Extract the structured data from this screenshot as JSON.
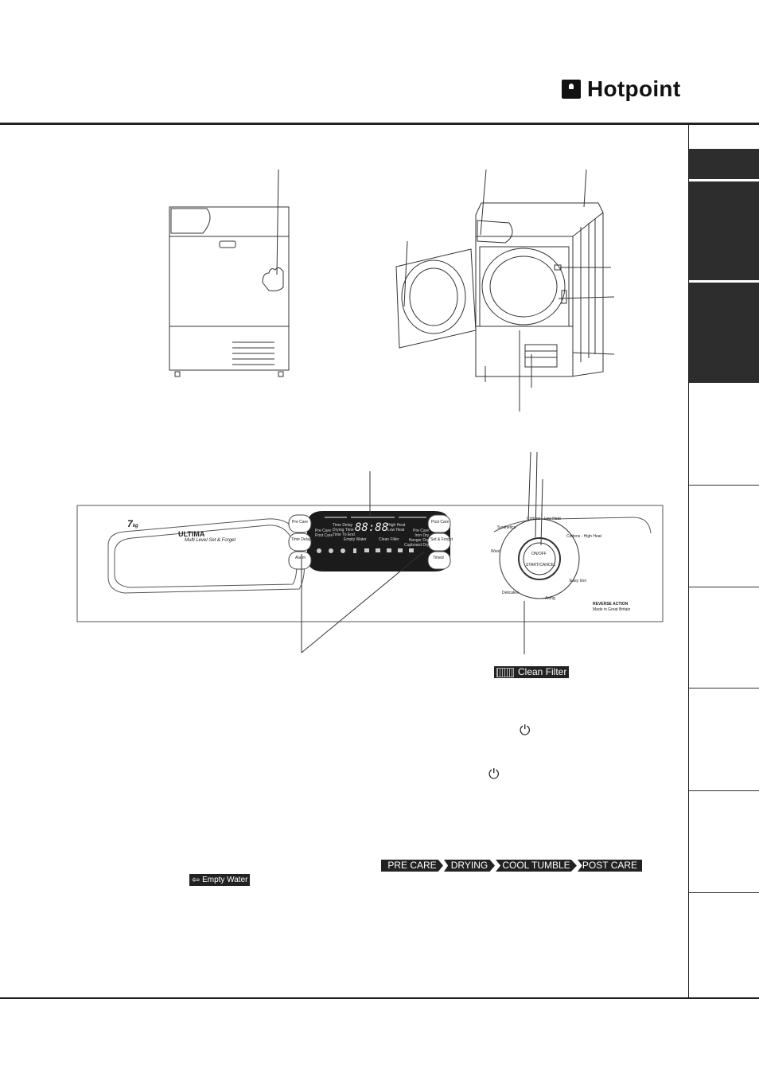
{
  "brand": {
    "name": "Hotpoint"
  },
  "panel": {
    "capacity": "7",
    "capacity_unit": "kg",
    "model": "ULTIMA",
    "tagline": "Multi Level Set & Forget",
    "buttons": {
      "pre_care": "Pre Care",
      "time_delay": "Time Delay",
      "alarm": "Alarm",
      "post_care": "Post Care",
      "set_forget": "Set & Forget",
      "timed": "Timed"
    },
    "display": {
      "digits": "88:88",
      "left_labels": [
        "Pre Care",
        "Post Care"
      ],
      "center_labels": [
        "Time Delay",
        "Drying Time",
        "Time To End"
      ],
      "heat_labels": [
        "High Heat",
        "Low Heat"
      ],
      "right_labels": [
        "Pre Care",
        "Iron Dry",
        "Hanger Dry",
        "Cupboard Dry"
      ],
      "empty_water": "Empty Water",
      "clean_filter": "Clean Filter"
    },
    "dial": {
      "on_off": "ON/OFF",
      "start_cancel": "START/CANCEL",
      "programmes": {
        "cottons_low": "Cottons - Low Heat",
        "cottons_high": "Cottons - High Heat",
        "synthetics": "Synthetics",
        "wool": "Wool",
        "easy_iron": "Easy Iron",
        "airing": "Airing",
        "delicates": "Delicates"
      }
    },
    "reverse_action": "REVERSE ACTION",
    "made_in": "Made in Great Britain"
  },
  "indicators": {
    "clean_filter": "Clean Filter",
    "empty_water": "Empty Water",
    "power_symbol": "⏻",
    "stages": [
      "PRE CARE",
      "DRYING",
      "COOL TUMBLE",
      "POST CARE"
    ]
  },
  "icons": {
    "power": "power-icon",
    "empty_water": "empty-water-icon",
    "clean_filter": "clean-filter-icon"
  }
}
